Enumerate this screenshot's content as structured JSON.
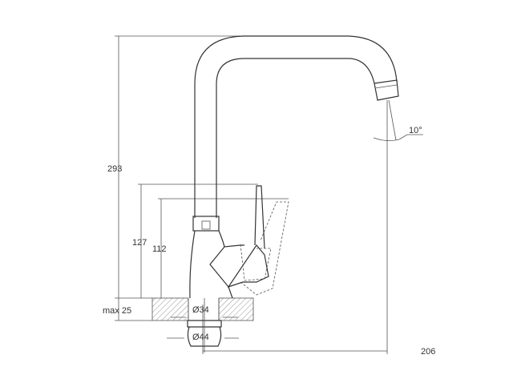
{
  "drawing": {
    "dimensions": {
      "total_height": "293",
      "lever_height": "127",
      "spout_base_height": "112",
      "max_counter_thickness": "max 25",
      "hole_diameter": "Ø34",
      "base_diameter": "Ø44",
      "spout_reach": "206",
      "spout_angle": "10°"
    }
  }
}
